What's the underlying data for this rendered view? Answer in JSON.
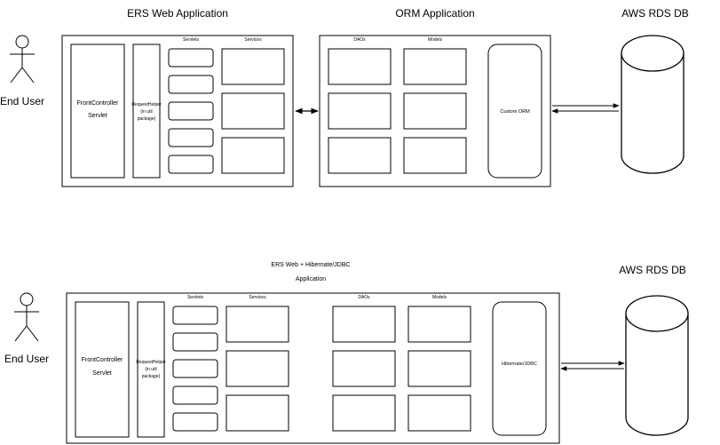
{
  "top": {
    "actor_label": "End User",
    "web_app_title": "ERS Web Application",
    "orm_app_title": "ORM Application",
    "db_label": "AWS RDS DB",
    "servlets_header": "Servlets",
    "services_header": "Services",
    "daos_header": "DAOs",
    "models_header": "Models",
    "front_controller": [
      "FrontController",
      "Servlet"
    ],
    "request_helper": [
      "RequestHelper",
      "(in util",
      "package)"
    ],
    "custom_orm": "Custom ORM"
  },
  "bottom": {
    "actor_label": "End User",
    "app_title": [
      "ERS Web + Hibernate/JDBC",
      "Application"
    ],
    "db_label": "AWS RDS DB",
    "servlets_header": "Servlets",
    "services_header": "Services",
    "daos_header": "DAOs",
    "models_header": "Models",
    "front_controller": [
      "FrontController",
      "Servlet"
    ],
    "request_helper": [
      "RequestHelper",
      "(in util",
      "package)"
    ],
    "hibernate": "Hibernate/JDBC"
  }
}
